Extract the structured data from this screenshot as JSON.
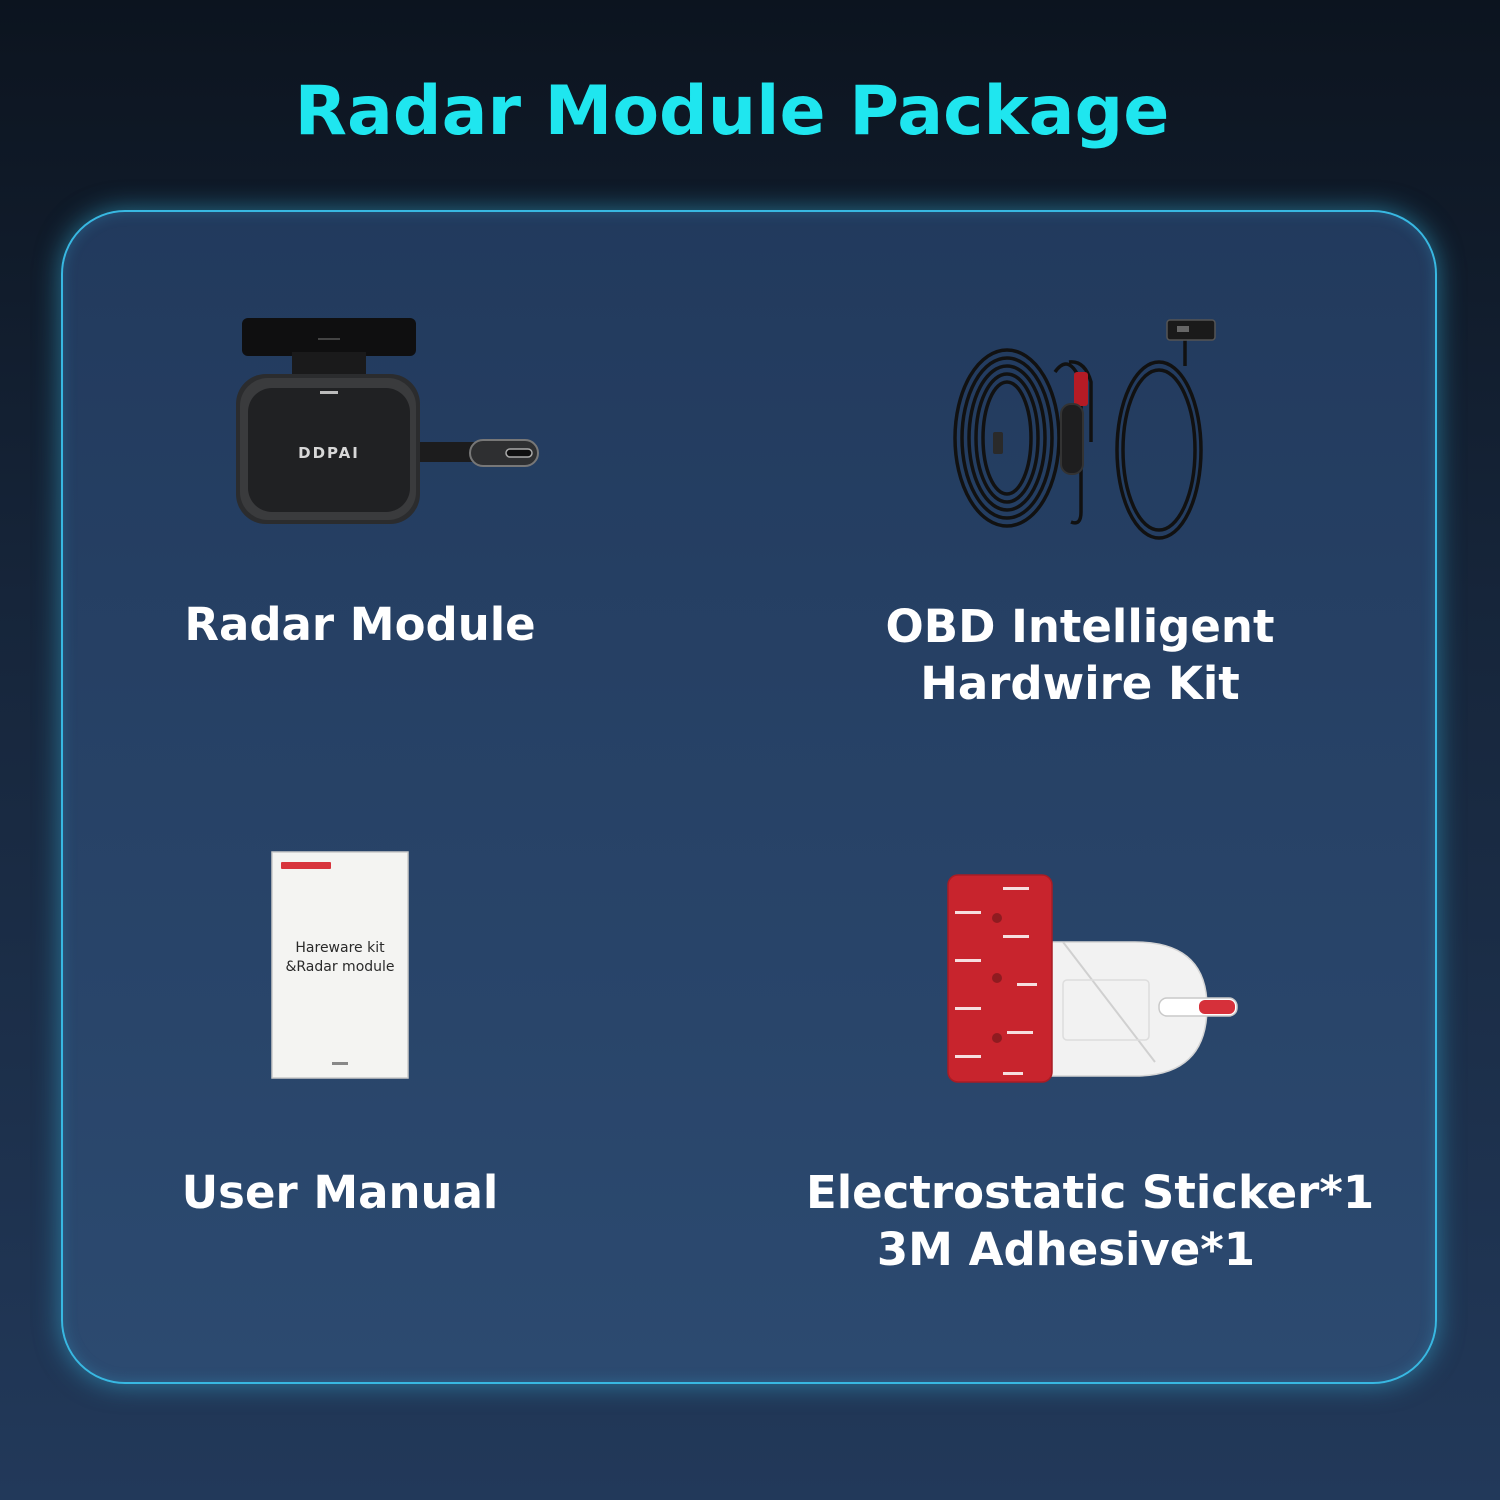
{
  "title": "Radar Module Package",
  "accent_color": "#1fe6ef",
  "items": [
    {
      "name": "radar-module",
      "label": "Radar Module",
      "device_brand": "DDPAI",
      "icon": "radar-module-device"
    },
    {
      "name": "obd-hardwire-kit",
      "label_line1": "OBD Intelligent",
      "label_line2": "Hardwire Kit",
      "icon": "coiled-cable"
    },
    {
      "name": "user-manual",
      "label": "User Manual",
      "manual_text_line1": "Hareware kit",
      "manual_text_line2": "&Radar module",
      "icon": "manual-booklet"
    },
    {
      "name": "sticker-adhesive",
      "label_line1": "Electrostatic Sticker*1",
      "label_line2": "3M Adhesive*1",
      "icon": "adhesive-pad"
    }
  ]
}
